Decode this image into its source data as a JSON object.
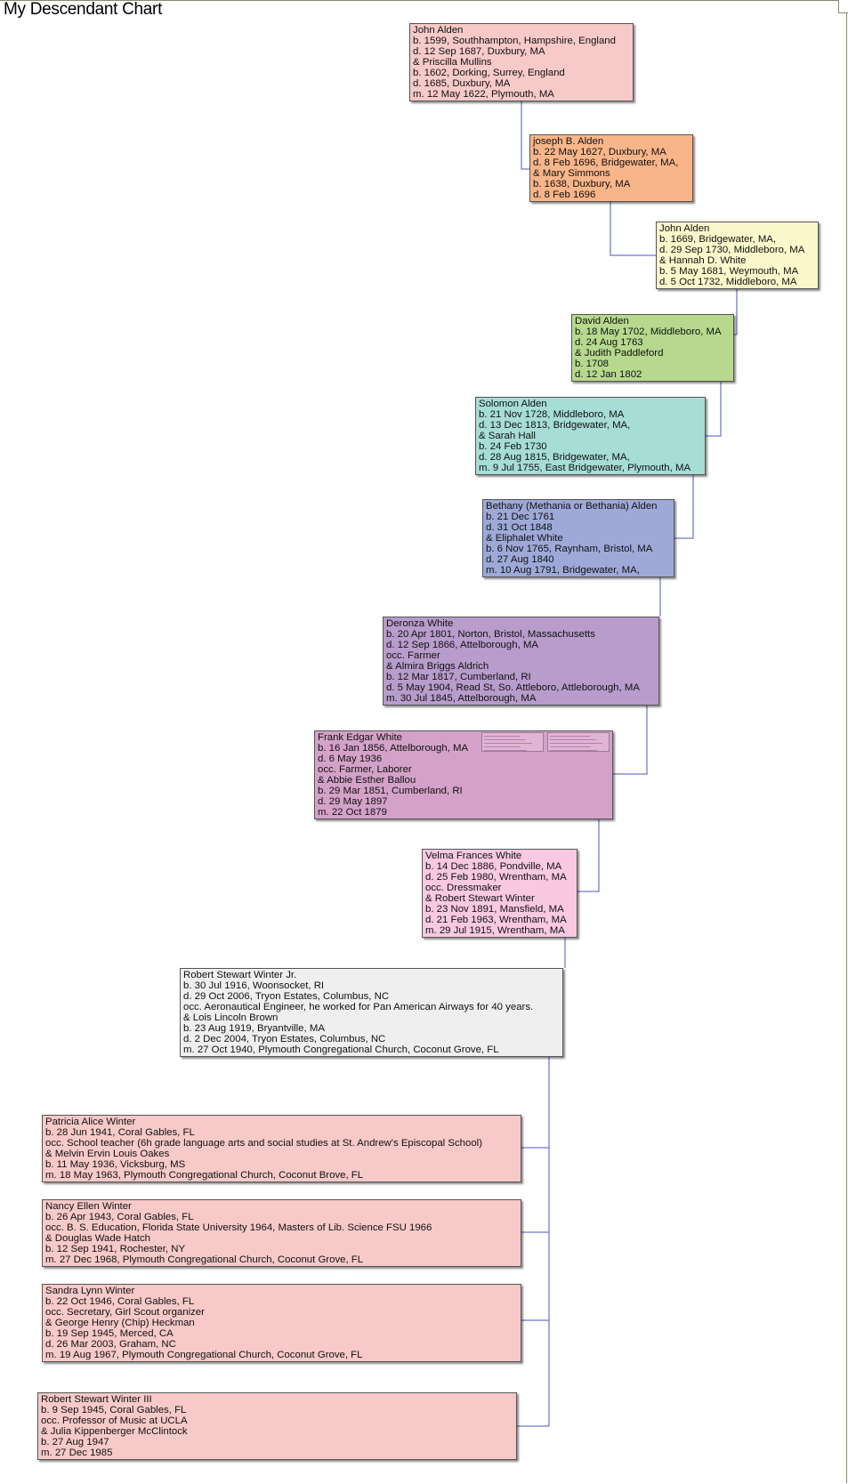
{
  "chart_title": "My Descendant Chart",
  "colors": {
    "line": "#4a55c8",
    "border": "#555555"
  },
  "people": [
    {
      "id": "john-alden-1599",
      "color": "#f7c9c9",
      "lines": [
        "John Alden",
        "b. 1599, Southhampton, Hampshire, England",
        "d. 12 Sep 1687, Duxbury, MA",
        "& Priscilla Mullins",
        "b. 1602, Dorking, Surrey, England",
        "d. 1685, Duxbury, MA",
        "m. 12 May 1622, Plymouth, MA"
      ]
    },
    {
      "id": "joseph-b-alden",
      "color": "#f8b58a",
      "lines": [
        "joseph B. Alden",
        "b. 22 May 1627, Duxbury, MA",
        "d. 8 Feb 1696, Bridgewater, MA,",
        "& Mary Simmons",
        "b. 1638, Duxbury, MA",
        "d. 8 Feb 1696"
      ]
    },
    {
      "id": "john-alden-1669",
      "color": "#fcf8cc",
      "lines": [
        "John Alden",
        "b. 1669, Bridgewater, MA,",
        "d. 29 Sep 1730, Middleboro, MA",
        "& Hannah D. White",
        "b. 5 May 1681, Weymouth, MA",
        "d. 5 Oct 1732, Middleboro, MA"
      ]
    },
    {
      "id": "david-alden",
      "color": "#b6d98e",
      "lines": [
        "David Alden",
        "b. 18 May 1702, Middleboro, MA",
        "d. 24 Aug 1763",
        "& Judith Paddleford",
        "b. 1708",
        "d. 12 Jan 1802"
      ]
    },
    {
      "id": "solomon-alden",
      "color": "#a6ddd6",
      "lines": [
        "Solomon Alden",
        "b. 21 Nov 1728, Middleboro, MA",
        "d. 13 Dec 1813, Bridgewater, MA,",
        "& Sarah Hall",
        "b. 24 Feb 1730",
        "d. 28 Aug 1815, Bridgewater, MA,",
        "m. 9 Jul 1755, East Bridgewater, Plymouth, MA"
      ]
    },
    {
      "id": "bethany-alden",
      "color": "#9ea9d8",
      "lines": [
        "Bethany (Methania or Bethania) Alden",
        "b. 21 Dec 1761",
        "d. 31 Oct 1848",
        "& Eliphalet White",
        "b. 6 Nov 1765, Raynham, Bristol, MA",
        "d. 27 Aug 1840",
        "m. 10 Aug 1791, Bridgewater, MA,"
      ]
    },
    {
      "id": "deronza-white",
      "color": "#b89ccc",
      "lines": [
        "Deronza White",
        "b. 20 Apr 1801, Norton, Bristol, Massachusetts",
        "d. 12 Sep 1866, Attelborough, MA",
        "occ. Farmer",
        "& Almira Briggs Aldrich",
        "b. 12 Mar 1817, Cumberland, RI",
        "d. 5 May 1904, Read St, So. Attleboro, Attleborough, MA",
        "m. 30 Jul 1845, Attelborough, MA"
      ]
    },
    {
      "id": "frank-edgar-white",
      "color": "#d4a2c8",
      "lines": [
        "Frank Edgar White",
        "b. 16 Jan 1856, Attelborough, MA",
        "d. 6 May 1936",
        "occ. Farmer, Laborer",
        "& Abbie Esther Ballou",
        "b. 29 Mar 1851, Cumberland, RI",
        "d. 29 May 1897",
        "m. 22 Oct 1879"
      ]
    },
    {
      "id": "velma-frances-white",
      "color": "#f8c9e1",
      "lines": [
        "Velma Frances White",
        "b. 14 Dec 1886, Pondville, MA",
        "d. 25 Feb 1980, Wrentham, MA",
        "occ. Dressmaker",
        "& Robert Stewart Winter",
        "b. 23 Nov 1891, Mansfield, MA",
        "d. 21 Feb 1963, Wrentham, MA",
        "m. 29 Jul 1915, Wrentham, MA"
      ]
    },
    {
      "id": "robert-stewart-winter-jr",
      "color": "#efefef",
      "lines": [
        "Robert Stewart Winter Jr.",
        "b. 30 Jul 1916, Woonsocket, RI",
        "d. 29 Oct 2006, Tryon Estates, Columbus, NC",
        "occ. Aeronautical Engineer, he worked for Pan American Airways for 40 years.",
        "& Lois Lincoln Brown",
        "b. 23 Aug 1919, Bryantville, MA",
        "d. 2 Dec 2004, Tryon Estates, Columbus, NC",
        "m. 27 Oct 1940, Plymouth Congregational Church, Coconut Grove, FL"
      ]
    },
    {
      "id": "patricia-alice-winter",
      "color": "#f7c9c9",
      "lines": [
        "Patricia Alice Winter",
        "b. 28 Jun 1941, Coral Gables, FL",
        "occ. School teacher (6h grade language arts and social studies at St. Andrew's Episcopal School)",
        "& Melvin Ervin Louis Oakes",
        "b. 11 May 1936, Vicksburg, MS",
        "m. 18 May 1963, Plymouth Congregational Church, Coconut Brove, FL"
      ]
    },
    {
      "id": "nancy-ellen-winter",
      "color": "#f7c9c9",
      "lines": [
        "Nancy Ellen Winter",
        "b. 26 Apr 1943, Coral Gables, FL",
        "occ. B. S. Education, Florida State University 1964, Masters of Lib. Science FSU 1966",
        "& Douglas Wade Hatch",
        "b. 12 Sep 1941, Rochester, NY",
        "m. 27 Dec 1968, Plymouth Congregational Church, Coconut Grove, FL"
      ]
    },
    {
      "id": "sandra-lynn-winter",
      "color": "#f7c9c9",
      "lines": [
        "Sandra Lynn Winter",
        "b. 22 Oct 1946, Coral Gables, FL",
        "occ. Secretary, Girl Scout organizer",
        "& George Henry (Chip) Heckman",
        "b. 19 Sep 1945, Merced, CA",
        "d. 26 Mar 2003, Graham, NC",
        "m. 19 Aug 1967, Plymouth Congregational Church, Coconut Grove, FL"
      ]
    },
    {
      "id": "robert-stewart-winter-iii",
      "color": "#f7c9c9",
      "lines": [
        "Robert Stewart Winter III",
        "b. 9 Sep 1945, Coral Gables, FL",
        "occ. Professor of Music at UCLA",
        "& Julia Kippenberger McClintock",
        "b. 27 Aug 1947",
        "m. 27 Dec 1985"
      ]
    }
  ]
}
